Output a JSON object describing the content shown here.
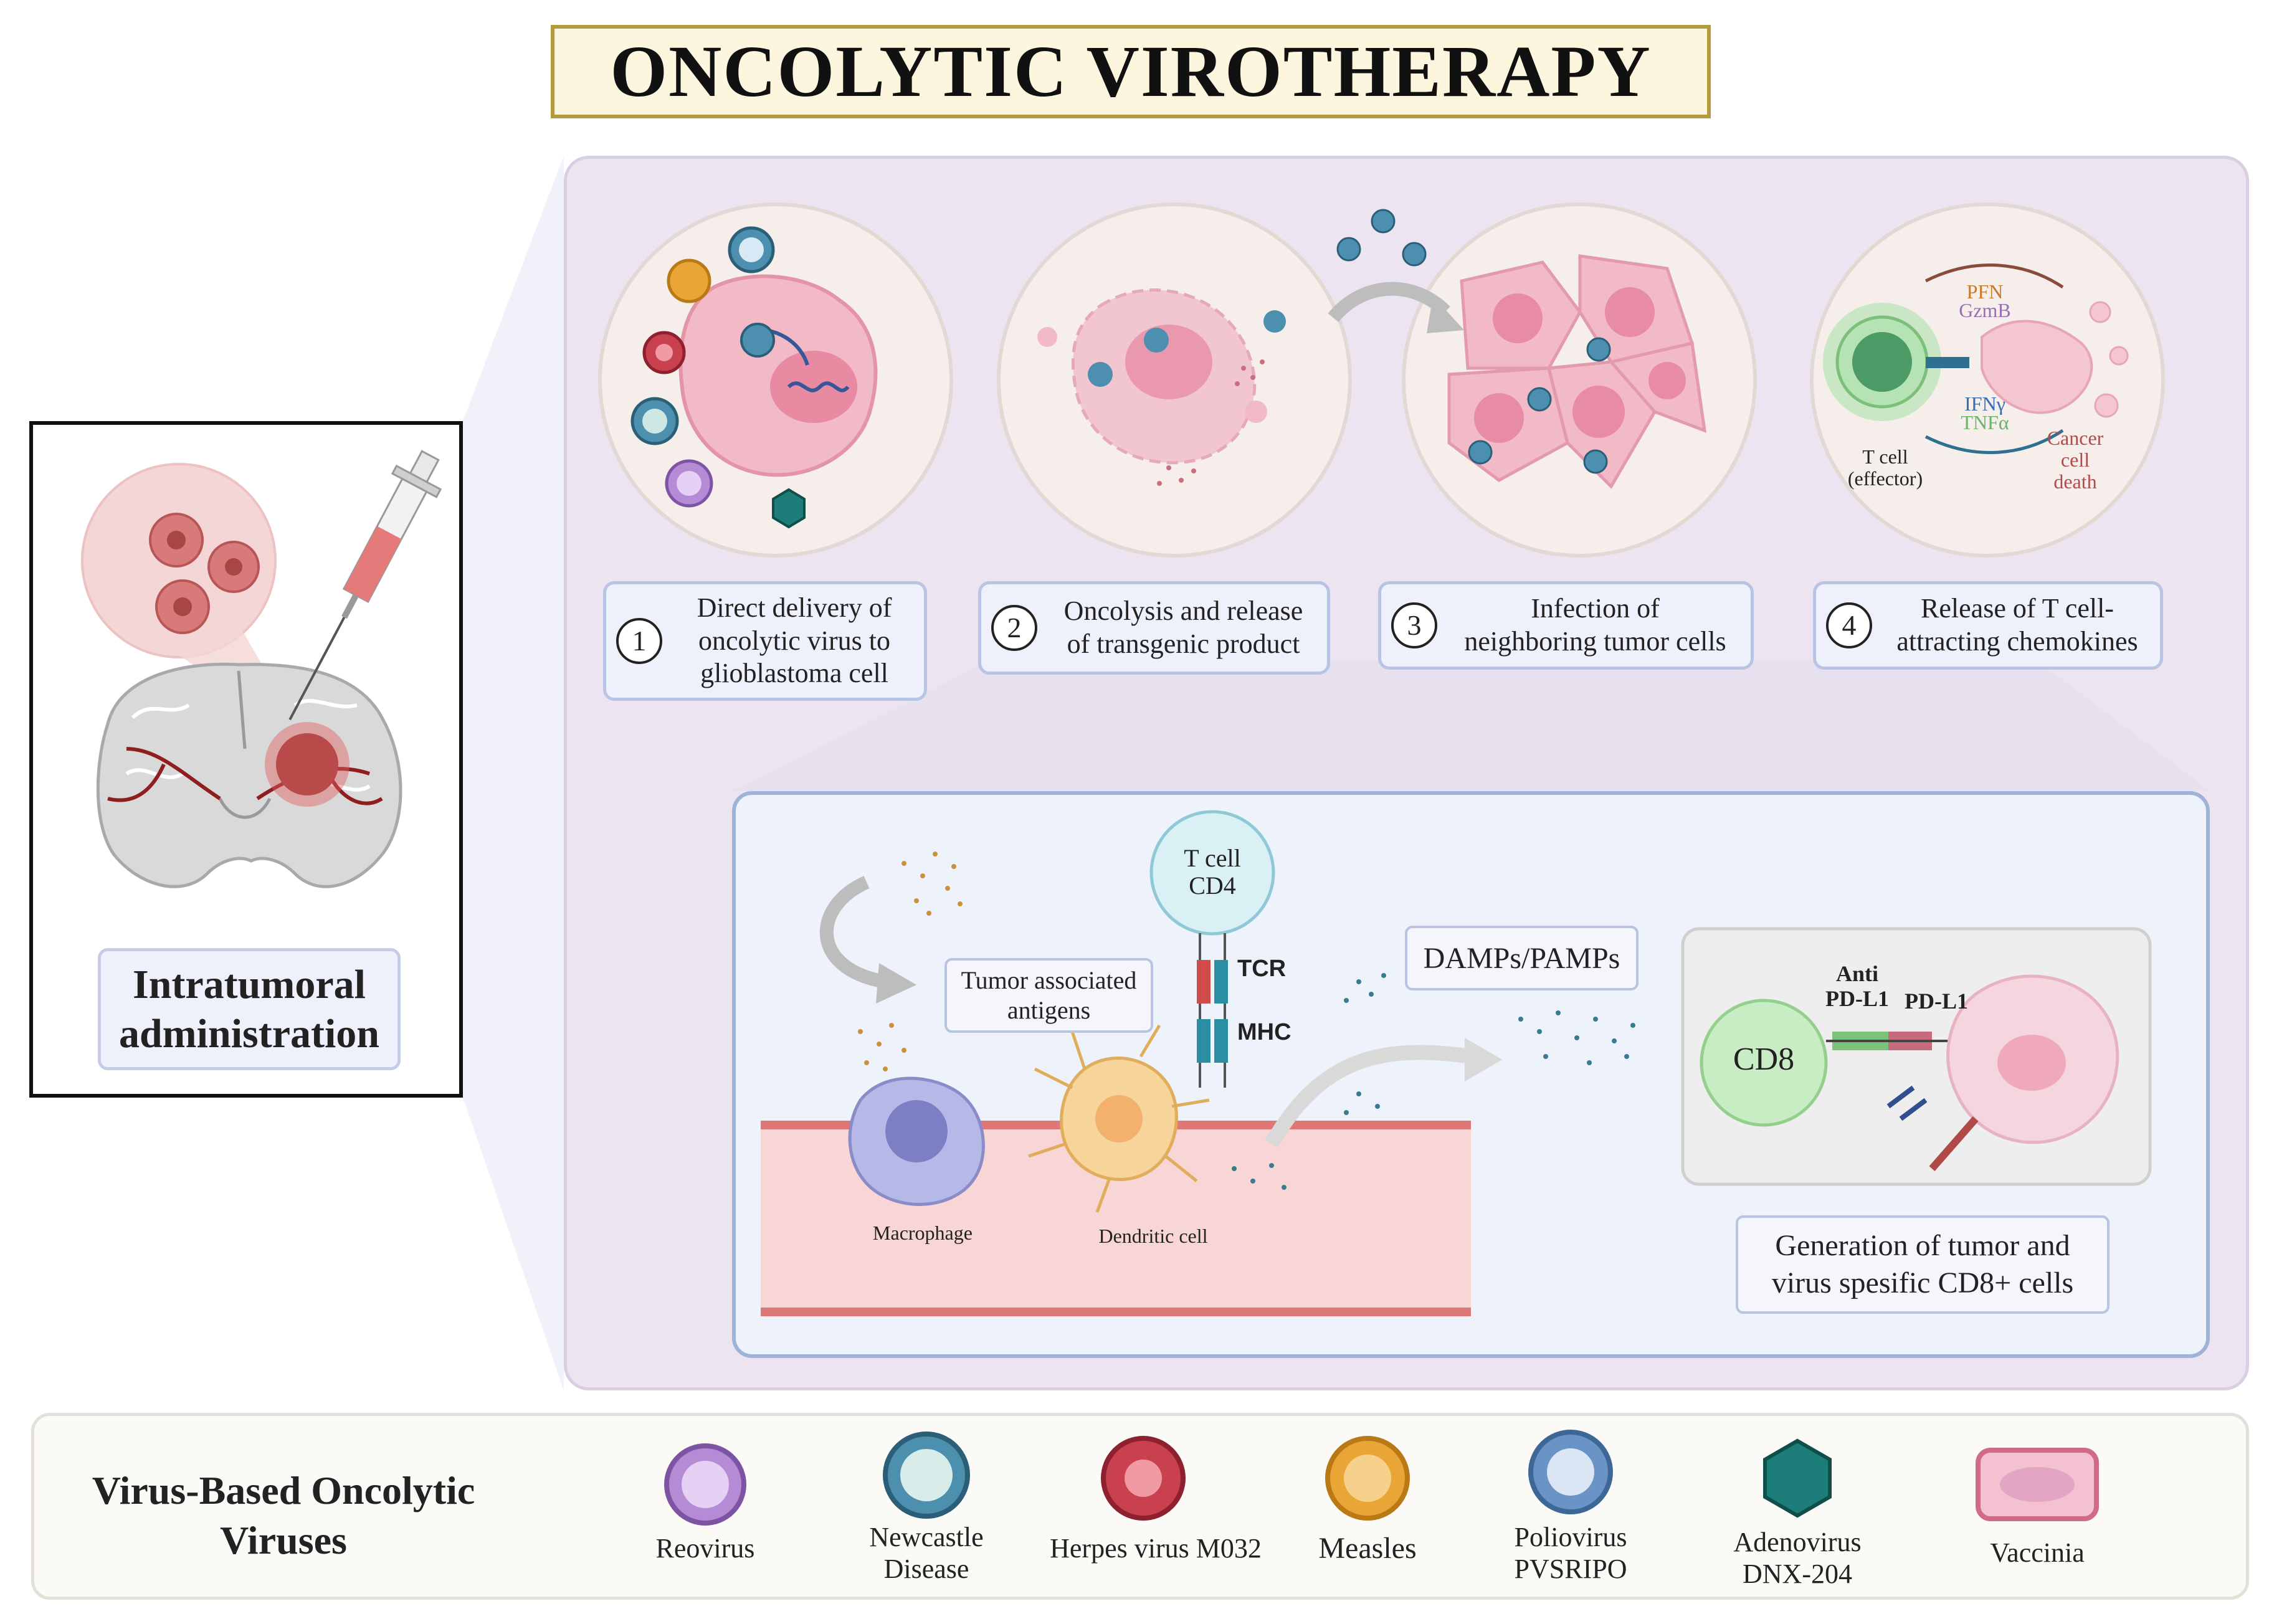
{
  "title": "ONCOLYTIC VIROTHERAPY",
  "left_panel": {
    "label_line1": "Intratumoral",
    "label_line2": "administration"
  },
  "steps": [
    {
      "number": "1",
      "line1": "Direct delivery of",
      "line2": "oncolytic virus to",
      "line3": "glioblastoma cell"
    },
    {
      "number": "2",
      "line1": "Oncolysis and release",
      "line2": "of transgenic product"
    },
    {
      "number": "3",
      "line1": "Infection of",
      "line2": "neighboring tumor cells"
    },
    {
      "number": "4",
      "line1": "Release of T cell-",
      "line2": "attracting chemokines"
    }
  ],
  "step4_labels": {
    "pfn": "PFN",
    "gzmb": "GzmB",
    "ifn": "IFNγ",
    "tnf": "TNFα",
    "tcell_line1": "T cell",
    "tcell_line2": "(effector)",
    "cancer_line1": "Cancer",
    "cancer_line2": "cell",
    "cancer_line3": "death"
  },
  "immune": {
    "tcell_line1": "T cell",
    "tcell_line2": "CD4",
    "tcr": "TCR",
    "mhc": "MHC",
    "taa_line1": "Tumor associated",
    "taa_line2": "antigens",
    "damps": "DAMPs/PAMPs",
    "macrophage": "Macrophage",
    "dendritic": "Dendritic cell",
    "cd8": "CD8",
    "anti_line1": "Anti",
    "anti_line2": "PD-L1",
    "pdl1": "PD-L1",
    "gen_line1": "Generation of tumor and",
    "gen_line2": "virus spesific CD8+ cells"
  },
  "virus_bar": {
    "title_line1": "Virus-Based Oncolytic",
    "title_line2": "Viruses",
    "viruses": [
      {
        "name_line1": "Reovirus",
        "name_line2": "",
        "color": "#b58bd6"
      },
      {
        "name_line1": "Newcastle",
        "name_line2": "Disease",
        "color": "#4c8fae"
      },
      {
        "name_line1": "Herpes virus M032",
        "name_line2": "",
        "color": "#c9404e"
      },
      {
        "name_line1": "Measles",
        "name_line2": "",
        "color": "#e9a536"
      },
      {
        "name_line1": "Poliovirus",
        "name_line2": "PVSRIPO",
        "color": "#6a93c6"
      },
      {
        "name_line1": "Adenovirus",
        "name_line2": "DNX-204",
        "color": "#1d7d78"
      },
      {
        "name_line1": "Vaccinia",
        "name_line2": "",
        "color": "#d06b86"
      }
    ]
  }
}
